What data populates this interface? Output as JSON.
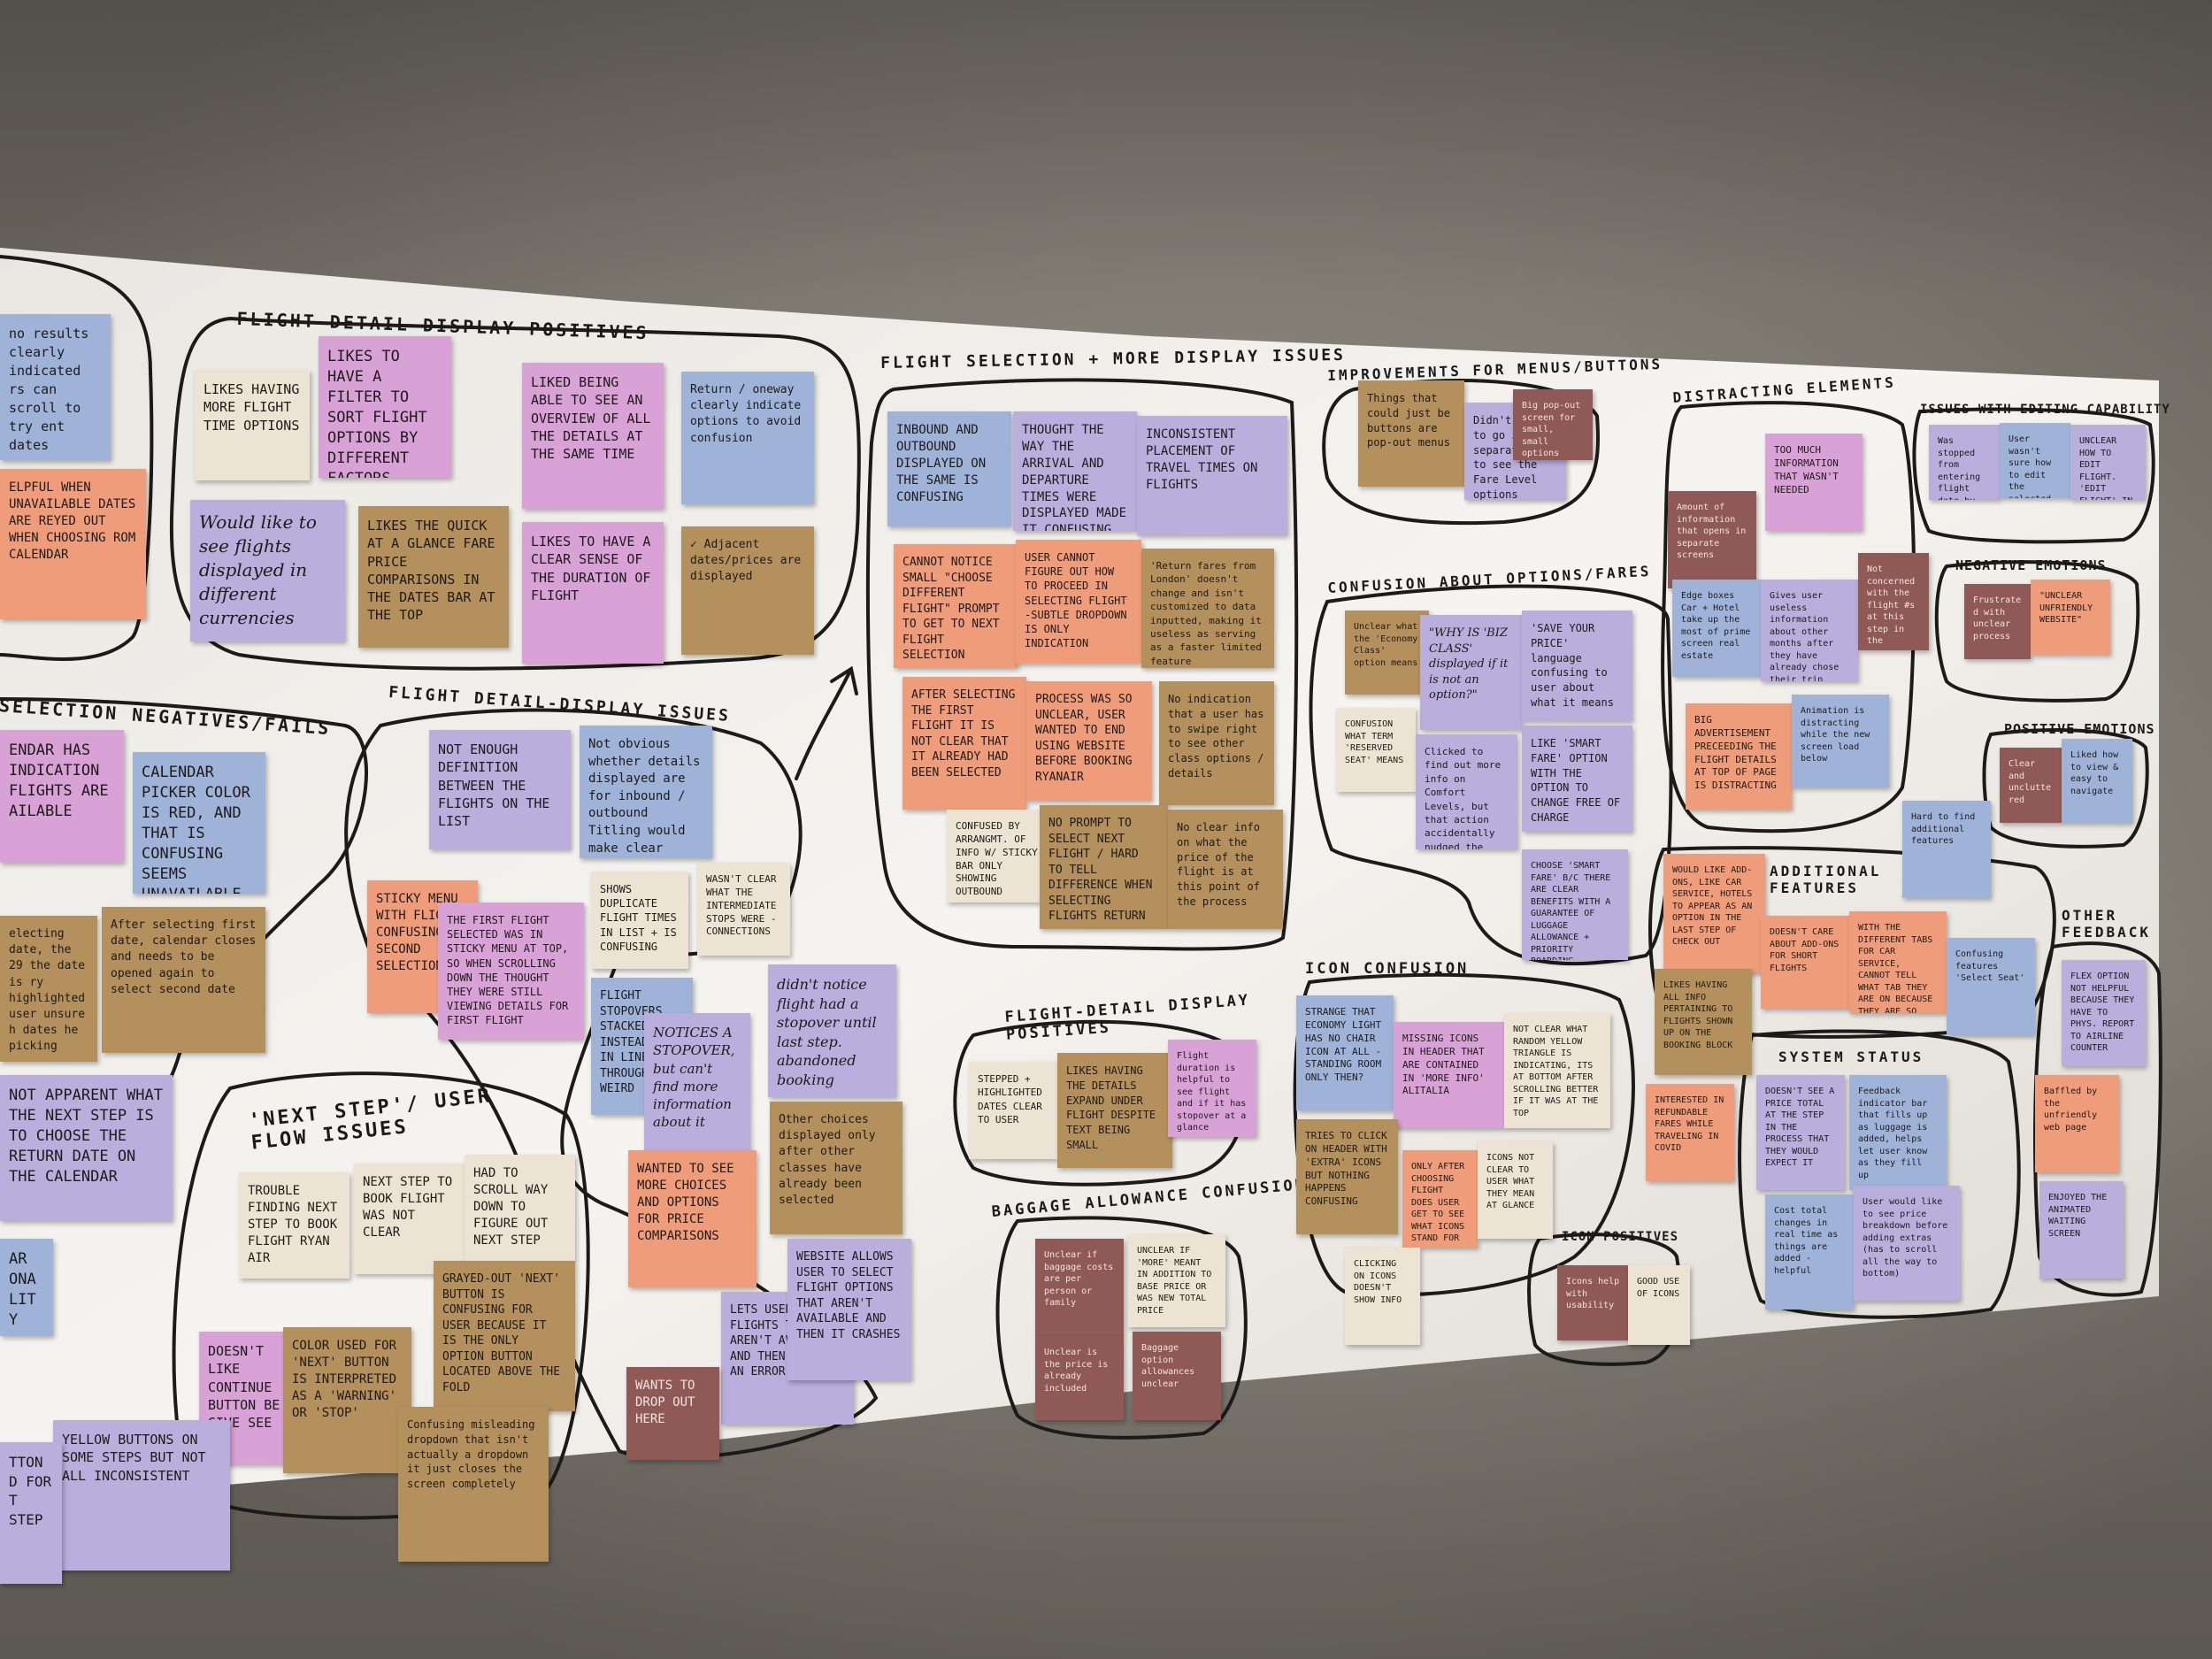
{
  "colors": {
    "wall": "#8a847a",
    "paper": "#f4f2ee",
    "ink": "#1b1a18",
    "pink": "#d9a2d6",
    "lavender": "#b9aedc",
    "blue": "#9fb3d8",
    "orange": "#ef9c7a",
    "kraft": "#b3905c",
    "cream": "#ece3d2",
    "maroon": "#8f5a55",
    "peach": "#f2a684"
  },
  "headers": {
    "detail_positives": "FLIGHT DETAIL—DISPLAY POSITIVES",
    "selection_issues": "FLIGHT SELECTION + MORE DISPLAY ISSUES",
    "menus": "IMPROVEMENTS FOR MENUS/BUTTONS",
    "distracting": "DISTRACTING ELEMENTS",
    "editing": "ISSUES WITH EDITING CAPABILITY",
    "selection_negatives": "SELECTION NEGATIVES/FAILS",
    "detail_issues": "FLIGHT DETAIL-DISPLAY ISSUES",
    "confusion_options": "CONFUSION ABOUT OPTIONS/FARES",
    "negative_emotions": "NEGATIVE EMOTIONS",
    "positive_emotions": "POSITIVE EMOTIONS",
    "additional_features": "ADDITIONAL FEATURES",
    "other_feedback": "OTHER FEEDBACK",
    "next_step": "'NEXT STEP'/ USER FLOW ISSUES",
    "detail_display_positives": "FLIGHT-DETAIL DISPLAY POSITIVES",
    "icon_confusion": "ICON CONFUSION",
    "baggage": "BAGGAGE ALLOWANCE CONFUSION",
    "icon_positives": "ICON POSITIVES",
    "system_status": "SYSTEM STATUS"
  },
  "notes": {
    "n_left_top": "no results clearly indicated rs can scroll to try ent dates",
    "n_left_orange": "ELPFUL WHEN UNAVAILABLE DATES ARE REYED OUT WHEN CHOOSING ROM CALENDAR",
    "n_likes_more_times": "LIKES HAVING MORE FLIGHT TIME OPTIONS",
    "n_filter": "LIKES TO HAVE A FILTER TO SORT FLIGHT OPTIONS BY DIFFERENT FACTORS",
    "n_overview": "LIKED BEING ABLE TO SEE AN OVERVIEW OF ALL THE DETAILS AT THE SAME TIME",
    "n_return_oneway": "Return / oneway clearly indicate options to avoid confusion",
    "n_currencies": "Would like to see flights displayed in different currencies",
    "n_quick_glance": "LIKES THE QUICK at a glance FARE PRICE COMPARISONS IN THE DATES BAR AT THE TOP",
    "n_duration": "LIKES TO HAVE A CLEAR SENSE OF THE DURATION OF FLIGHT",
    "n_adjacent": "✓ Adjacent dates/prices are displayed",
    "n_inbound": "INBOUND AND OUTBOUND DISPLAYED ON THE SAME IS CONFUSING",
    "n_arrival": "THOUGHT THE WAY THE ARRIVAL AND DEPARTURE TIMES WERE DISPLAYED MADE IT CONFUSING",
    "n_inconsistent": "INCONSISTENT PLACEMENT OF TRAVEL TIMES ON FLIGHTS",
    "n_choose_different": "CANNOT NOTICE SMALL \"CHOOSE DIFFERENT FLIGHT\" PROMPT TO GET TO NEXT FLIGHT SELECTION",
    "n_cannot_figure": "USER CANNOT FIGURE OUT HOW TO PROCEED IN SELECTING FLIGHT -SUBTLE DROPDOWN IS ONLY INDICATION",
    "n_return_fares": "'Return fares from London' doesn't change and isn't customized to data inputted, making it useless as serving as a faster limited feature",
    "n_after_selecting": "AFTER SELECTING THE FIRST FLIGHT IT IS NOT CLEAR THAT IT ALREADY HAD BEEN SELECTED",
    "n_process_unclear": "PROCESS WAS SO UNCLEAR, USER WANTED TO END USING WEBSITE BEFORE BOOKING RYANAIR",
    "n_swipe": "No indication that a user has to swipe right to see other class options / details",
    "n_confused_arrangement": "CONFUSED BY ARRANGMT. OF INFO W/ STICKY BAR ONLY SHOWING OUTBOUND",
    "n_no_prompt": "NO PROMPT TO SELECT NEXT FLIGHT / HARD TO TELL DIFFERENCE WHEN SELECTING FLIGHTS return",
    "n_no_clear_info": "No clear info on what the price of the flight is at this point of the process",
    "n_popout": "Things that could just be buttons are pop-out menus",
    "n_didnt_know": "Didn't know to go into separate box to see the Fare Level options",
    "n_big_popout": "Big pop-out screen for small, small options",
    "n_too_much": "TOO MUCH INFORMATION THAT WASN'T NEEDED",
    "n_amount_info": "Amount of information that opens in separate screens",
    "n_edge_boxes": "Edge boxes Car + Hotel take up the most of prime screen real estate",
    "n_user_useless": "Gives user useless information about other months after they have already chose their trip dates",
    "n_not_concerned": "Not concerned with the flight #s at this step in the process",
    "n_big_ad": "BIG ADVERTISEMENT PRECEEDING THE FLIGHT DETAILS AT TOP OF PAGE IS DISTRACTING",
    "n_animation": "Animation is distracting while the new screen load below",
    "n_edit_unclear1": "Was stopped from entering flight date by spinner after making changes",
    "n_edit_unclear2": "User wasn't sure how to edit the selected flight details",
    "n_edit_flight": "UNCLEAR HOW TO EDIT FLIGHT. 'EDIT FLIGHT' IN TINY LETTERS AT THE TOP",
    "n_neg_small": "Frustrated with unclear process",
    "n_unfriendly": "\"UNCLEAR UNFRIENDLY WEBSITE\"",
    "n_pos_small1": "Clear and uncluttered",
    "n_pos_small2": "Liked how to view & easy to navigate",
    "n_calendar_red": "CALENDAR PICKER COLOR IS RED, AND THAT IS CONFUSING SEEMS UNAVAILABLE",
    "n_calendar_pink": "ENDAR HAS INDICATION FLIGHTS ARE AILABLE",
    "n_selecting": "electing date, the 29 the date is ry highlighted user unsure h dates he picking",
    "n_extra_tap": "After selecting first date, calendar closes and needs to be opened again to select second date",
    "n_not_definition": "NOT ENOUGH DEFINITION BETWEEN THE FLIGHTS ON THE LIST",
    "n_not_obvious": "Not obvious whether details displayed are for inbound / outbound Titling would make clear",
    "n_sticky_menu": "STICKY MENU WITH FLIGHT CONFUSING SECOND SELECTION",
    "n_first_flight": "THE FIRST FLIGHT SELECTED WAS IN STICKY MENU AT TOP, SO WHEN SCROLLING DOWN THE THOUGHT THEY WERE STILL VIEWING DETAILS FOR FIRST FLIGHT",
    "n_duplicate": "SHOWS DUPLICATE FLIGHT TIMES IN LIST + IS CONFUSING",
    "n_intermediate": "WASN'T CLEAR WHAT THE INTERMEDIATE STOPS WERE - CONNECTIONS",
    "n_stopovers": "FLIGHT STOPOVERS STACKED INSTEAD OF IN LINE THROUGH WEIRD",
    "n_notices_stopover": "NOTICES A STOPOVER, but can't find more information about it",
    "n_didnt_notice": "didn't notice flight had a stopover until last step. abandoned booking",
    "n_not_apparent": "NOT APPARENT WHAT THE NEXT STEP IS TO CHOOSE THE RETURN DATE ON THE CALENDAR",
    "n_functionality": "AR ONALITY",
    "n_trouble": "TROUBLE FINDING NEXT STEP TO BOOK FLIGHT RYAN AIR",
    "n_next_step_book": "NEXT STEP TO BOOK FLIGHT WAS NOT CLEAR",
    "n_had_to_scroll": "HAD TO SCROLL WAY DOWN TO FIGURE OUT NEXT STEP",
    "n_grayed_out": "GRAYED-OUT 'NEXT' BUTTON IS CONFUSING FOR USER BECAUSE IT IS THE ONLY OPTION BUTTON LOCATED ABOVE THE FOLD",
    "n_doesnt_like": "DOESN'T LIKE CONTINUE BUTTON BE GIVE SEE",
    "n_color_next": "COLOR USED FOR 'NEXT' BUTTON IS INTERPRETED AS A 'WARNING' OR 'STOP'",
    "n_yellow_buttons": "YELLOW BUTTONS ON SOME STEPS BUT NOT ALL INCONSISTENT",
    "n_left_bottom": "TTON D FOR T STEP",
    "n_misleading_dropdown": "Confusing misleading dropdown that isn't actually a dropdown it just closes the screen completely",
    "n_wanted_more": "WANTED TO SEE MORE CHOICES AND OPTIONS FOR PRICE COMPARISONS",
    "n_other_choices": "Other choices displayed only after other classes have already been selected",
    "n_lets_user": "LETS USER SELECT FLIGHTS THAT AREN'T AVAILABLE AND THEN GIVES AN ERROR MESSAGE",
    "n_website_allows": "WEBSITE ALLOWS USER TO SELECT FLIGHT OPTIONS THAT AREN'T AVAILABLE AND THEN IT CRASHES",
    "n_drop_out": "WANTS TO DROP OUT HERE",
    "n_economy": "Unclear what the 'Economy Class' option means",
    "n_biz_class": "\"WHY IS 'BIZ CLASS' displayed if it is not an option?\"",
    "n_save_price": "'SAVE YOUR PRICE' language confusing to user about what it means",
    "n_reserved_seat": "CONFUSION WHAT TERM 'RESERVED SEAT' MEANS",
    "n_comfort_levels": "Clicked to find out more info on Comfort Levels, but that action accidentally nudged the dates bar confusing",
    "n_smart_fare": "LIKE 'SMART FARE' OPTION WITH THE OPTION TO CHANGE FREE OF CHARGE",
    "n_choose_smart": "CHOOSE 'SMART FARE' b/c THERE ARE CLEAR BENEFITS WITH A GUARANTEE OF LUGGAGE ALLOWANCE + PRIORITY BOARDING",
    "n_hard_to_find": "Hard to find additional features",
    "n_would_like_addons": "WOULD LIKE ADD-ONS, like CAR SERVICE, HOTELS TO APPEAR AS AN OPTION IN THE LAST STEP OF CHECK OUT",
    "n_doesnt_care": "DOESN'T CARE ABOUT ADD-ONS FOR SHORT FLIGHTS",
    "n_different_tabs": "WITH THE DIFFERENT TABS FOR CAR SERVICE, CANNOT TELL WHAT TAB THEY ARE ON BECAUSE THEY ARE SO SIMILAR",
    "n_confusing_seat": "Confusing features 'Select Seat'",
    "n_likes_all_info": "LIKES HAVING ALL INFO PERTAINING TO FLIGHTS SHOWN UP ON THE BOOKING BLOCK",
    "n_refundable": "INTERESTED IN REFUNDABLE FARES WHILE TRAVELING IN COVID",
    "n_flex_option": "FLEX OPTION NOT HELPFUL BECAUSE THEY HAVE TO PHYS. REPORT TO AIRLINE COUNTER",
    "n_baffled": "Baffled by the unfriendly web page",
    "n_animated": "ENJOYED THE ANIMATED WAITING SCREEN",
    "n_stepped": "STEPPED + HIGHLIGHTED DATES CLEAR TO USER",
    "n_likes_details": "LIKES HAVING THE DETAILS EXPAND UNDER FLIGHT DESPITE TEXT BEING SMALL",
    "n_flight_duration": "Flight duration is helpful to see flight and if it has stopover at a glance",
    "n_economy_light": "STRANGE THAT ECONOMY LIGHT HAS NO CHAIR ICON AT ALL - STANDING ROOM ONLY THEN?",
    "n_missing_icons": "MISSING ICONS IN HEADER THAT ARE CONTAINED IN 'MORE INFO' Alitalia",
    "n_yellow_triangle": "NOT CLEAR WHAT RANDOM YELLOW TRIANGLE IS INDICATING, its at bottom after scrolling BETTER IF IT WAS AT THE TOP",
    "n_tries_click": "TRIES TO CLICK ON HEADER WITH 'EXTRA' ICONS BUT NOTHING HAPPENS CONFUSING",
    "n_only_after": "ONLY AFTER CHOOSING FLIGHT DOES USER GET TO SEE WHAT ICONS STAND FOR",
    "n_icons_not_clear": "ICONS NOT CLEAR TO USER WHAT THEY MEAN AT GLANCE",
    "n_clicking_icons": "CLICKING ON ICONS DOESN'T SHOW INFO",
    "n_icons_help": "Icons help with usability",
    "n_good_icons": "GOOD USE OF ICONS",
    "n_price_total": "DOESN'T SEE A PRICE TOTAL AT THE STEP IN THE PROCESS THAT THEY WOULD EXPECT IT",
    "n_feedback_indicator": "Feedback indicator bar that fills up as luggage is added, helps let user know as they fill up",
    "n_cost_total": "Cost total changes in real time as things are added - helpful",
    "n_breakdown": "User would like to see price breakdown before adding extras (has to scroll all the way to bottom)",
    "n_baggage_costs": "Unclear if baggage costs are per person or family",
    "n_more_meant": "UNCLEAR IF 'MORE' MEANT IN ADDITION TO BASE PRICE OR WAS NEW TOTAL PRICE",
    "n_price_included": "Unclear is the price is already included",
    "n_baggage_allowances": "Baggage option allowances unclear"
  }
}
